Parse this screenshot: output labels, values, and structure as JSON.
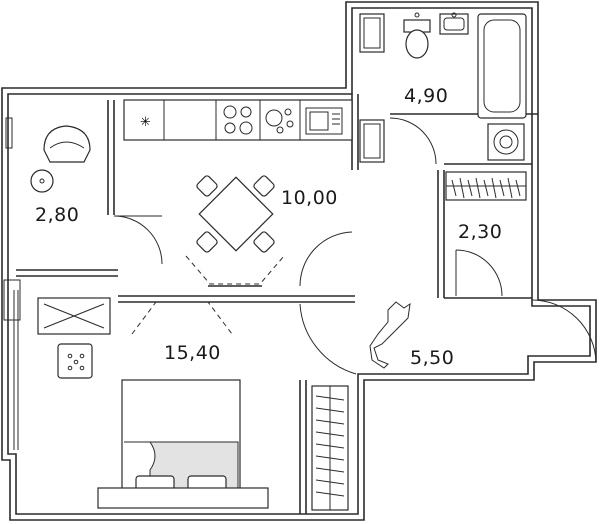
{
  "plan": {
    "rooms": [
      {
        "id": "balcony",
        "area": "2,80"
      },
      {
        "id": "kitchen",
        "area": "10,00"
      },
      {
        "id": "bathroom",
        "area": "4,90"
      },
      {
        "id": "closet",
        "area": "2,30"
      },
      {
        "id": "hall",
        "area": "5,50"
      },
      {
        "id": "bedroom",
        "area": "15,40"
      }
    ]
  }
}
